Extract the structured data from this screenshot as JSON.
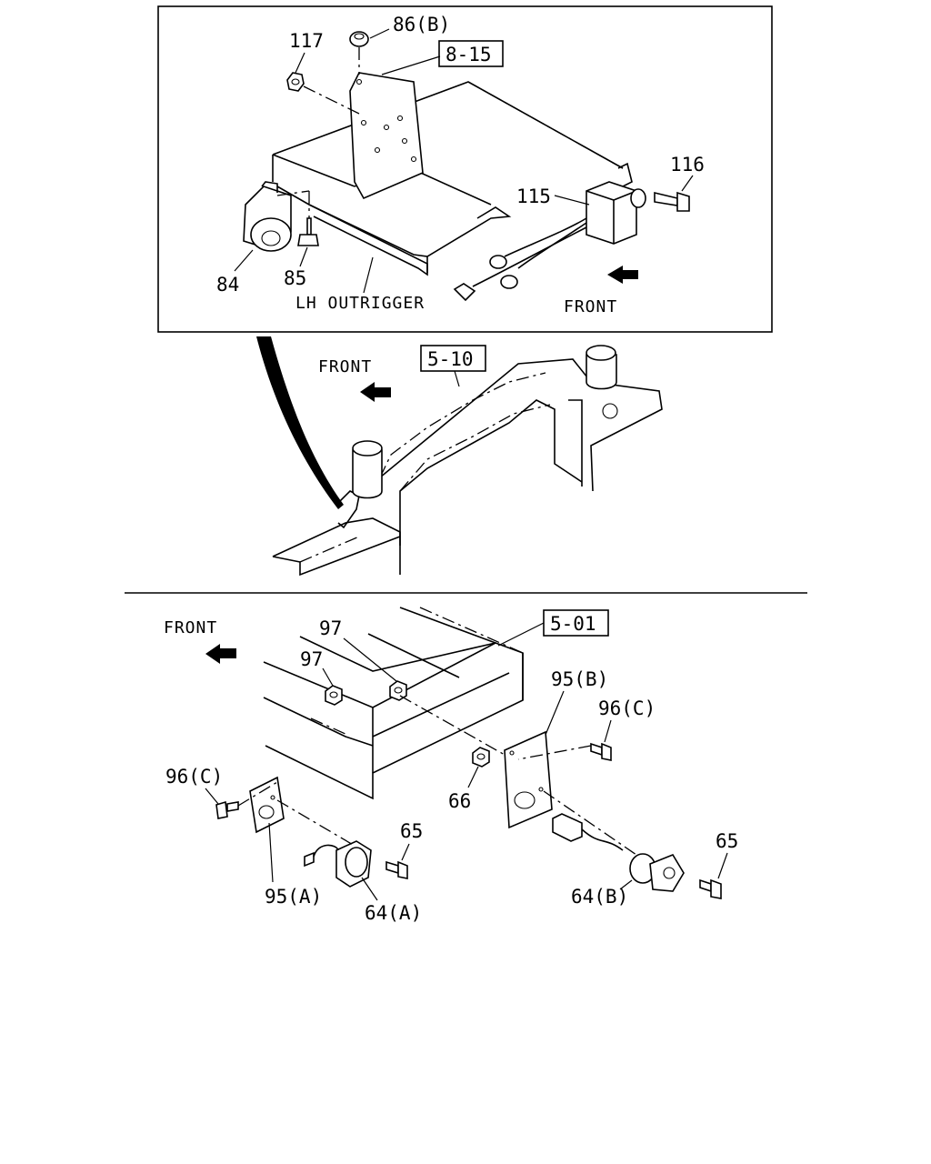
{
  "top_view": {
    "ref_box": "8-15",
    "labels": {
      "p86b": "86(B)",
      "p117": "117",
      "p116": "116",
      "p115": "115",
      "p84": "84",
      "p85": "85",
      "outrigger": "LH OUTRIGGER",
      "front": "FRONT"
    }
  },
  "middle_view": {
    "ref_box": "5-10",
    "front": "FRONT"
  },
  "bottom_view": {
    "ref_box": "5-01",
    "labels": {
      "front": "FRONT",
      "p97a": "97",
      "p97b": "97",
      "p95b": "95(B)",
      "p96c_right": "96(C)",
      "p96c_left": "96(C)",
      "p66": "66",
      "p65_left": "65",
      "p65_right": "65",
      "p95a": "95(A)",
      "p64a": "64(A)",
      "p64b": "64(B)"
    }
  },
  "icons": {
    "front_arrow": "front-arrow-icon"
  }
}
